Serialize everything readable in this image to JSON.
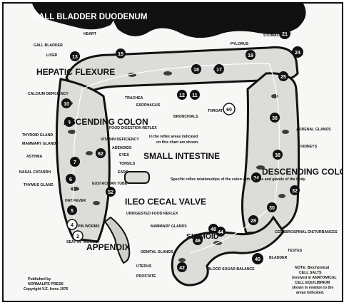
{
  "title": "GALL BLADDER DUODENUM",
  "regions": {
    "hepatic_flexure": "HEPATIC FLEXURE",
    "ascending_colon": "ASCENDING COLON",
    "descending_colon": "DESCENDING COLON",
    "small_intestine": "SMALL INTESTINE",
    "ileocecal_valve": "ILEO CECAL VALVE",
    "appendix": "APPENDIX",
    "sigmoid": "SIGMOID"
  },
  "labels": {
    "gall_bladder": "GALL BLADDER",
    "liver": "LIVER",
    "heart": "HEART",
    "stomach": "STOMACH",
    "pylorus": "PYLORUS",
    "calcium_deficiency": "CALCIUM DEFICIENCY",
    "trachea": "TRACHEA",
    "esophagus": "ESOPHAGUS",
    "bronchials": "BRONCHIALS",
    "throat": "THROAT",
    "food_digestion_reflex": "FOOD DIGESTION REFLEX",
    "vitamin_deficiency": "VITAMIN DEFICIENCY",
    "adenoids": "ADENOIDS",
    "eyes": "EYES",
    "tonsils": "TONSILS",
    "ears": "EARS",
    "eustachian_tube": "EUSTACHIAN TUBE",
    "thyroid_gland": "THYROID GLAND",
    "mammary_glands_left": "MAMMARY GLANDS",
    "asthma": "ASTHMA",
    "nasal_catarrh": "NASAL CATARRH",
    "thymus_gland": "THYMUS GLAND",
    "hay_fever": "HAY FEVER",
    "pin_worms": "PIN WORMS",
    "seat_of_worms": "SEAT OF WORMS",
    "undigested_food_reflex": "UNDIGESTED FOOD REFLEX",
    "adrenal_glands": "ADRENAL GLANDS",
    "kidneys": "KIDNEYS",
    "mammary_glands_right": "MAMMARY GLANDS",
    "genital_glands": "GENITAL GLANDS",
    "uterus": "UTERUS",
    "prostate": "PROSTATE",
    "blood_sugar_balance": "BLOOD SUGAR BALANCE",
    "bladder": "BLADDER",
    "testes": "TESTES",
    "cerebrospinal": "CEREBROSPINAL DISTURBANCES"
  },
  "numbers": [
    "21",
    "24",
    "19",
    "17",
    "18",
    "15",
    "13",
    "12",
    "10",
    "11",
    "9",
    "7",
    "6",
    "5",
    "62",
    "60",
    "40",
    "52",
    "4",
    "2",
    "25",
    "36",
    "38",
    "34",
    "30",
    "28",
    "44",
    "46",
    "48",
    "42",
    "32"
  ],
  "notes": {
    "note_title": "NOTE: Biochemical",
    "note_lines": [
      "CELL SALTS",
      "involved in ANATOMICAL",
      "CELL EQUILIBRIUM",
      "shown in relation to the",
      "areas indicated."
    ],
    "publisher_1": "Published by",
    "publisher_2": "NORMALIFE PRESS",
    "copyright": "Copyright V.E. Irons 1976",
    "center_caption_1": "In the reflex areas indicated",
    "center_caption_2": "on this chart are shown.",
    "lower_caption": "Specific reflex relationships of the colon with organs and glands of the body."
  }
}
